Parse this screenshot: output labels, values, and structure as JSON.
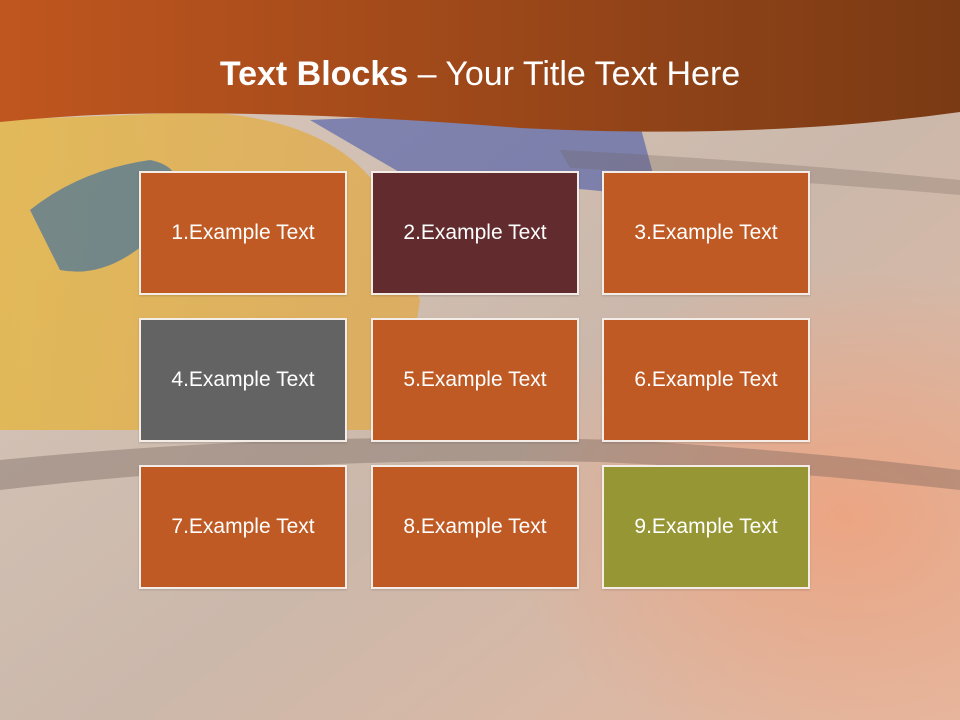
{
  "slide": {
    "title_bold": "Text Blocks",
    "title_rest": " – Your Title Text Here"
  },
  "blocks": [
    {
      "label": "1.Example Text",
      "color": "#c05a24"
    },
    {
      "label": "2.Example Text",
      "color": "#622c2f"
    },
    {
      "label": "3.Example Text",
      "color": "#c05a24"
    },
    {
      "label": "4.Example Text",
      "color": "#636363"
    },
    {
      "label": "5.Example Text",
      "color": "#c05a24"
    },
    {
      "label": "6.Example Text",
      "color": "#c05a24"
    },
    {
      "label": "7.Example Text",
      "color": "#c05a24"
    },
    {
      "label": "8.Example Text",
      "color": "#c05a24"
    },
    {
      "label": "9.Example Text",
      "color": "#969634"
    }
  ],
  "colors": {
    "header_band": "#b3531f",
    "header_band_dark": "#7a3a14"
  }
}
